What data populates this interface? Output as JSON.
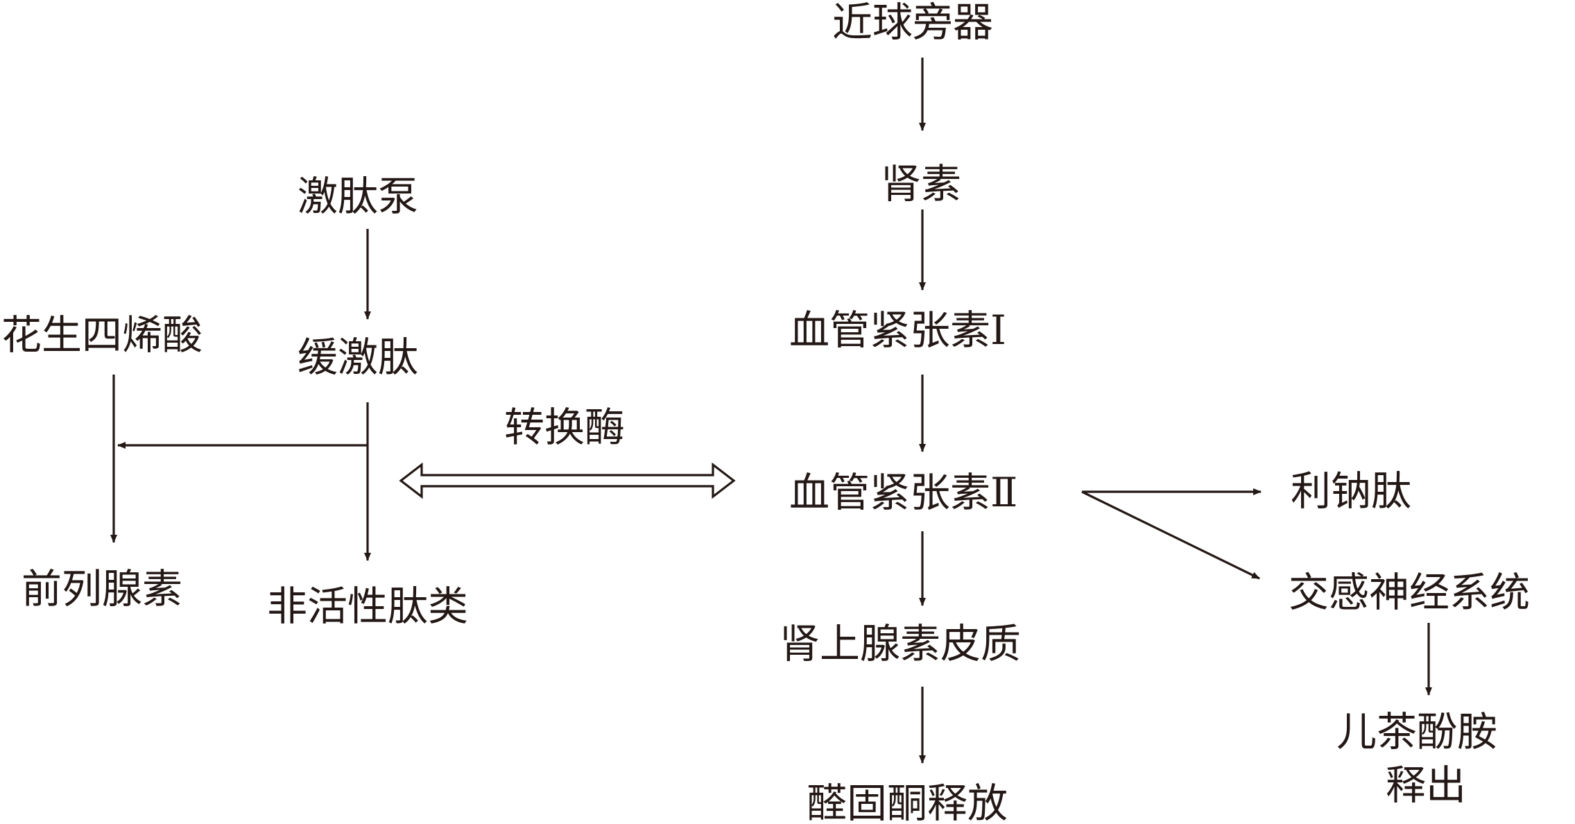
{
  "nodes": {
    "jgpq": "近球旁器",
    "shensu": "肾素",
    "xgjzs1": "血管紧张素Ⅰ",
    "xgjzs2": "血管紧张素Ⅱ",
    "sxsspz": "肾上腺素皮质",
    "qgtsf": "醛固酮释放",
    "lnt": "利钠肽",
    "jgsjxt": "交感神经系统",
    "ecfa": "儿茶酚胺",
    "shichu": "释出",
    "jtb": "激肽泵",
    "hjt": "缓激肽",
    "hssxs": "花生四烯酸",
    "qlxs": "前列腺素",
    "fhxtl": "非活性肽类",
    "zhm": "转换酶"
  },
  "colors": {
    "ink": "#231815",
    "background": "#ffffff"
  }
}
